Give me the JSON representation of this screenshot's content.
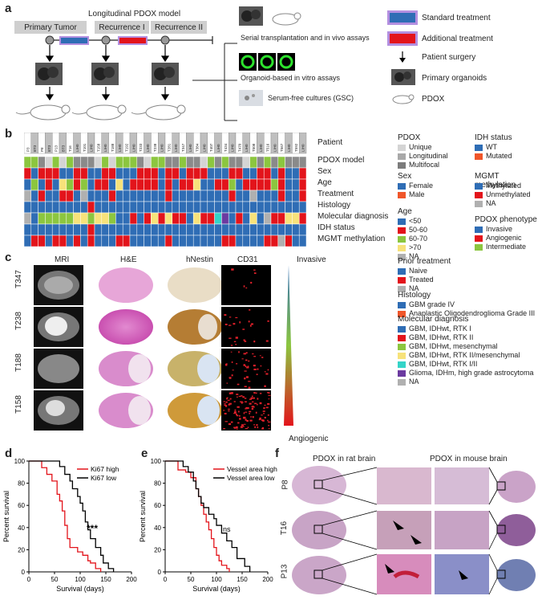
{
  "panels": {
    "a": {
      "letter": "a",
      "title": "Longitudinal PDOX model",
      "stages": [
        "Primary Tumor",
        "Recurrence I",
        "Recurrence II"
      ],
      "assays": [
        "Serial transplantation and in vivo assays",
        "Organoid-based in vitro assays",
        "Serum-free cultures (GSC)"
      ],
      "legend": [
        {
          "label": "Standard treatment",
          "color": "#2f6db5"
        },
        {
          "label": "Additional treatment",
          "color": "#e3141b"
        },
        {
          "label": "Patient surgery",
          "icon": "arrow-down-icon"
        },
        {
          "label": "Primary organoids",
          "icon": "organoid-icon"
        },
        {
          "label": "PDOX",
          "icon": "rat-icon"
        }
      ]
    },
    "b": {
      "letter": "b",
      "patients": [
        "P3",
        "BT3",
        "P8",
        "BT3",
        "P13",
        "BT3",
        "T16",
        "LIH0",
        "T101",
        "LIH0",
        "T158",
        "LIH0",
        "T188",
        "LIH0",
        "T192",
        "LIH0",
        "T233",
        "LIH0",
        "T238",
        "LIH0",
        "T281",
        "LIH0",
        "T347",
        "LIH0",
        "T384",
        "LIH0",
        "T407",
        "LIH0",
        "T434",
        "LIH0",
        "T470",
        "LIH0",
        "T508",
        "LIH0",
        "T516",
        "LIH0",
        "T567",
        "LIH0",
        "T592",
        "LIH0"
      ],
      "row_labels": [
        "Patient",
        "PDOX model",
        "Sex",
        "Age",
        "Treatment",
        "Histology",
        "Molecular diagnosis",
        "IDH status",
        "MGMT methylation"
      ],
      "legend_groups": [
        {
          "title": "PDOX",
          "items": [
            {
              "label": "Unique",
              "color": "#d4d4d4"
            },
            {
              "label": "Longitudinal",
              "color": "#a8a8a8"
            },
            {
              "label": "Multifocal",
              "color": "#7c7c7c"
            }
          ]
        },
        {
          "title": "IDH status",
          "items": [
            {
              "label": "WT",
              "color": "#2f6db5"
            },
            {
              "label": "Mutated",
              "color": "#f0562a"
            }
          ]
        },
        {
          "title": "Sex",
          "items": [
            {
              "label": "Female",
              "color": "#2f6db5"
            },
            {
              "label": "Male",
              "color": "#f0562a"
            }
          ]
        },
        {
          "title": "MGMT methylation",
          "items": [
            {
              "label": "Methylated",
              "color": "#2f6db5"
            },
            {
              "label": "Unmethylated",
              "color": "#e3141b"
            },
            {
              "label": "NA",
              "color": "#b0b0b0"
            }
          ]
        },
        {
          "title": "Age",
          "items": [
            {
              "label": "<50",
              "color": "#2f6db5"
            },
            {
              "label": "50-60",
              "color": "#e3141b"
            },
            {
              "label": "60-70",
              "color": "#8cc63f"
            },
            {
              "label": ">70",
              "color": "#f7e27a"
            },
            {
              "label": "NA",
              "color": "#b0b0b0"
            }
          ]
        },
        {
          "title": "PDOX phenotype",
          "items": [
            {
              "label": "Invasive",
              "color": "#2f6db5"
            },
            {
              "label": "Angiogenic",
              "color": "#e3141b"
            },
            {
              "label": "Intermediate",
              "color": "#8cc63f"
            }
          ]
        },
        {
          "title": "Prior treatment",
          "items": [
            {
              "label": "Naive",
              "color": "#2f6db5"
            },
            {
              "label": "Treated",
              "color": "#e3141b"
            },
            {
              "label": "NA",
              "color": "#b0b0b0"
            }
          ]
        },
        {
          "title": "Histology",
          "items": [
            {
              "label": "GBM grade IV",
              "color": "#2f6db5"
            },
            {
              "label": "Anaplastic Oligodendroglioma Grade III",
              "color": "#f0562a"
            }
          ]
        },
        {
          "title": "Molecular diagnosis",
          "items": [
            {
              "label": "GBM, IDHwt, RTK I",
              "color": "#2f6db5"
            },
            {
              "label": "GBM, IDHwt, RTK II",
              "color": "#e3141b"
            },
            {
              "label": "GBM, IDHwt, mesenchymal",
              "color": "#8cc63f"
            },
            {
              "label": "GBM, IDHwt, RTK II/mesenchymal",
              "color": "#f7e27a"
            },
            {
              "label": "GBM, IDHwt, RTK I/II",
              "color": "#35d4c8"
            },
            {
              "label": "Glioma, IDHm, high grade astrocytoma",
              "color": "#6b3aa0"
            },
            {
              "label": "NA",
              "color": "#b0b0b0"
            }
          ]
        }
      ]
    },
    "c": {
      "letter": "c",
      "columns": [
        "MRI",
        "H&E",
        "hNestin",
        "CD31"
      ],
      "rows": [
        "T347",
        "T238",
        "T188",
        "T158"
      ],
      "gradient_top": "Invasive",
      "gradient_bottom": "Angiogenic"
    },
    "d": {
      "letter": "d",
      "legend": [
        {
          "label": "Ki67 high",
          "color": "#e3141b"
        },
        {
          "label": "Ki67 low",
          "color": "#000000"
        }
      ],
      "significance": "***",
      "ylabel": "Percent survival",
      "xlabel": "Survival (days)"
    },
    "e": {
      "letter": "e",
      "legend": [
        {
          "label": "Vessel area high",
          "color": "#e3141b"
        },
        {
          "label": "Vessel area low",
          "color": "#000000"
        }
      ],
      "significance": "ns",
      "ylabel": "Percent survival",
      "xlabel": "Survival (days)"
    },
    "f": {
      "letter": "f",
      "headers": [
        "PDOX in rat brain",
        "PDOX in mouse brain"
      ],
      "rows": [
        "P8",
        "T16",
        "P13"
      ]
    }
  },
  "chart_data": [
    {
      "type": "line",
      "panel": "d",
      "xlabel": "Survival (days)",
      "ylabel": "Percent survival",
      "xlim": [
        0,
        200
      ],
      "ylim": [
        0,
        100
      ],
      "xticks": [
        0,
        50,
        100,
        150,
        200
      ],
      "yticks": [
        0,
        20,
        40,
        60,
        80,
        100
      ],
      "series": [
        {
          "name": "Ki67 high",
          "color": "#e3141b",
          "x": [
            0,
            20,
            25,
            35,
            45,
            55,
            60,
            65,
            70,
            75,
            80,
            90,
            95,
            100,
            105,
            115,
            120,
            130,
            140
          ],
          "y": [
            100,
            100,
            94,
            88,
            82,
            70,
            64,
            55,
            42,
            30,
            22,
            22,
            18,
            18,
            15,
            10,
            8,
            3,
            0
          ]
        },
        {
          "name": "Ki67 low",
          "color": "#000000",
          "x": [
            0,
            50,
            60,
            70,
            80,
            85,
            95,
            100,
            105,
            110,
            115,
            120,
            130,
            140,
            145,
            155,
            165
          ],
          "y": [
            100,
            100,
            95,
            88,
            82,
            75,
            68,
            62,
            55,
            45,
            38,
            30,
            22,
            15,
            8,
            3,
            0
          ]
        }
      ],
      "annotations": [
        "***"
      ]
    },
    {
      "type": "line",
      "panel": "e",
      "xlabel": "Survival (days)",
      "ylabel": "Percent survival",
      "xlim": [
        0,
        200
      ],
      "ylim": [
        0,
        100
      ],
      "xticks": [
        0,
        50,
        100,
        150,
        200
      ],
      "yticks": [
        0,
        20,
        40,
        60,
        80,
        100
      ],
      "series": [
        {
          "name": "Vessel area high",
          "color": "#e3141b",
          "x": [
            0,
            20,
            25,
            40,
            50,
            60,
            65,
            70,
            75,
            80,
            85,
            90,
            95,
            100,
            105,
            110,
            120,
            125
          ],
          "y": [
            100,
            100,
            92,
            90,
            85,
            75,
            68,
            60,
            52,
            45,
            38,
            30,
            22,
            15,
            10,
            6,
            3,
            0
          ]
        },
        {
          "name": "Vessel area low",
          "color": "#000000",
          "x": [
            0,
            25,
            35,
            45,
            55,
            60,
            65,
            70,
            75,
            85,
            95,
            100,
            110,
            120,
            130,
            140,
            155,
            165
          ],
          "y": [
            100,
            100,
            95,
            90,
            82,
            75,
            68,
            62,
            58,
            52,
            48,
            42,
            35,
            28,
            22,
            12,
            5,
            0
          ]
        }
      ],
      "annotations": [
        "ns"
      ]
    }
  ],
  "heatmap": {
    "rows": {
      "PDOX": "ggdlglgdddlglgggdlggddgddlgdgddlgdgdgddd",
      "Sex": "rbrrrbbrrbbrrbbbrrrbrrbrrrbbbrrbbrrbrbbr",
      "Age": "bgbrbygrgbrrbybrrrrbrbrrybbrrgbrrrrgrbbr",
      "Treatment": "nbrbbrrbnbbbrbbbbbbbrbbbbbbbbrbbnbbbrbbr",
      "Histology": "bbbbbbbbbrbbbbbbbbbbbbbbbbbbbbbbbbbbbbbb",
      "Molecular": "nbgggggyygyygbbrbryryrrbyrrtpbrbybnrryyr",
      "IDH": "bbbbbbbbbrbbbbbbbbbbbbbbbbbbbbbbbbbbbbbb",
      "MGMT": "brrbrrbrbrbbbrrbbbbbrbbbbbbbrrbbbbrrnrbb"
    }
  }
}
